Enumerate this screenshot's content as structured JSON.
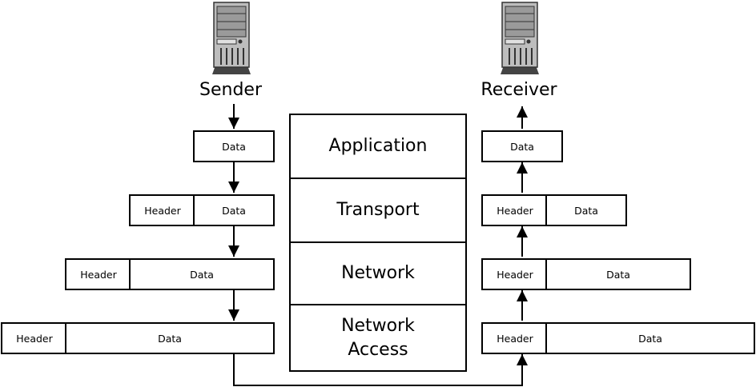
{
  "sender": {
    "label": "Sender"
  },
  "receiver": {
    "label": "Receiver"
  },
  "packet": {
    "header": "Header",
    "data": "Data"
  },
  "layers": [
    "Application",
    "Transport",
    "Network",
    "Network\nAccess"
  ]
}
